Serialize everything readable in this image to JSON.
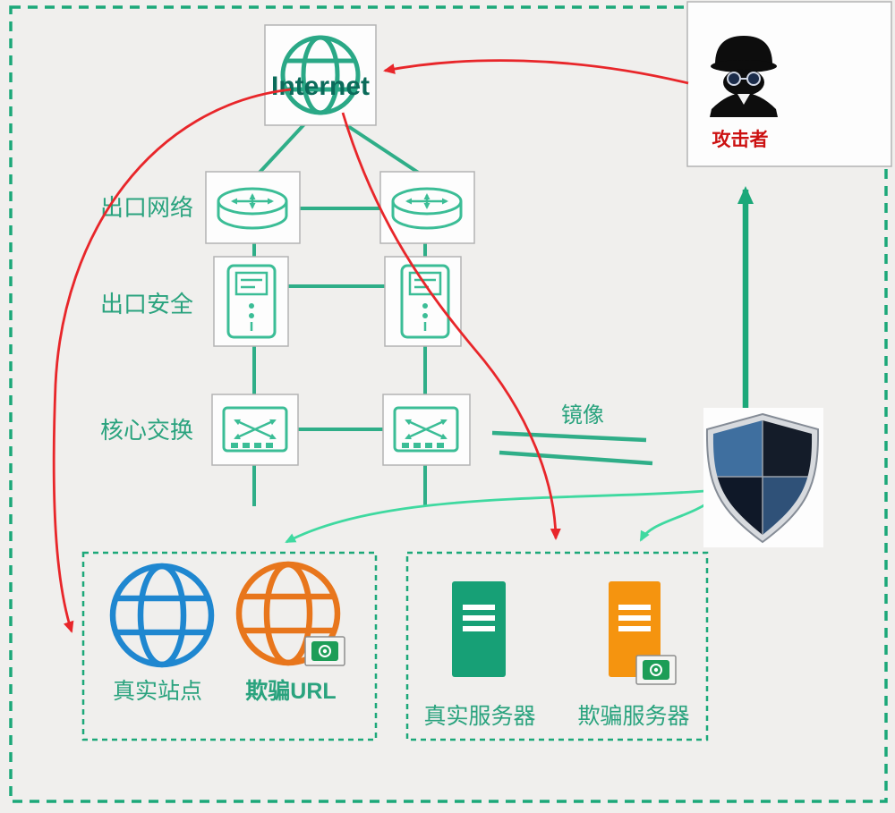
{
  "labels": {
    "internet": "Internet",
    "attacker": "攻击者",
    "egress_network": "出口网络",
    "egress_security": "出口安全",
    "core_switching": "核心交换",
    "mirror": "镜像",
    "real_site": "真实站点",
    "fake_url": "欺骗URL",
    "real_server": "真实服务器",
    "fake_server": "欺骗服务器"
  },
  "colors": {
    "outer_border_teal": "#1ca879",
    "connection_teal": "#2fae88",
    "icon_teal": "#3bbd96",
    "attack_red": "#e8262a",
    "deception_green": "#3fd9a0",
    "real_site_blue": "#1f87d0",
    "fake_orange": "#e8761c",
    "real_server_teal": "#17a076",
    "fake_server_orange": "#f5940f",
    "label_teal": "#2aa37e",
    "attacker_text_red": "#cc1111"
  }
}
